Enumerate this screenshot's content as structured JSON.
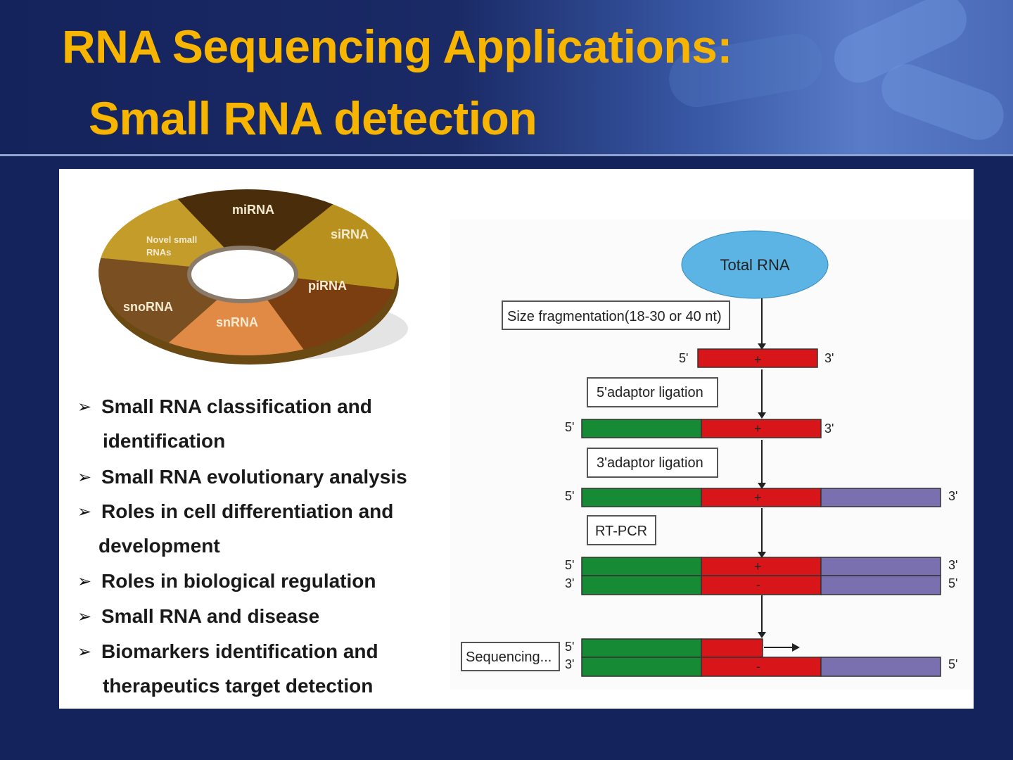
{
  "title": {
    "line1": "RNA Sequencing Applications:",
    "line2": "Small RNA detection"
  },
  "colors": {
    "background": "#15235c",
    "title": "#f7b500",
    "green": "#168a35",
    "red": "#d81518",
    "purple": "#7a70b0",
    "ellipse": "#5bb4e4"
  },
  "donut": {
    "segments": [
      {
        "label": "miRNA",
        "color": "#4a2e0c"
      },
      {
        "label": "siRNA",
        "color": "#b8901e"
      },
      {
        "label": "piRNA",
        "color": "#7a3e10"
      },
      {
        "label": "snRNA",
        "color": "#e08a45"
      },
      {
        "label": "snoRNA",
        "color": "#7a5022"
      },
      {
        "label": "Novel small",
        "label2": "RNAs",
        "color": "#c49c2a"
      }
    ]
  },
  "bullets": {
    "icon": "bullet-arrow-icon",
    "glyph": "➢",
    "items": [
      {
        "lines": [
          "Small RNA classification and",
          "identification"
        ]
      },
      {
        "lines": [
          "Small RNA evolutionary analysis"
        ]
      },
      {
        "lines": [
          "Roles in cell differentiation and",
          "development"
        ]
      },
      {
        "lines": [
          "Roles in biological regulation"
        ]
      },
      {
        "lines": [
          "Small RNA and disease"
        ]
      },
      {
        "lines": [
          "Biomarkers identification and",
          "therapeutics target detection"
        ]
      }
    ]
  },
  "workflow": {
    "start": "Total RNA",
    "steps": [
      "Size fragmentation(18-30 or 40 nt)",
      "5'adaptor ligation",
      "3'adaptor ligation",
      "RT-PCR",
      "Sequencing..."
    ],
    "five": "5'",
    "three": "3'",
    "plus": "+",
    "minus": "-"
  }
}
